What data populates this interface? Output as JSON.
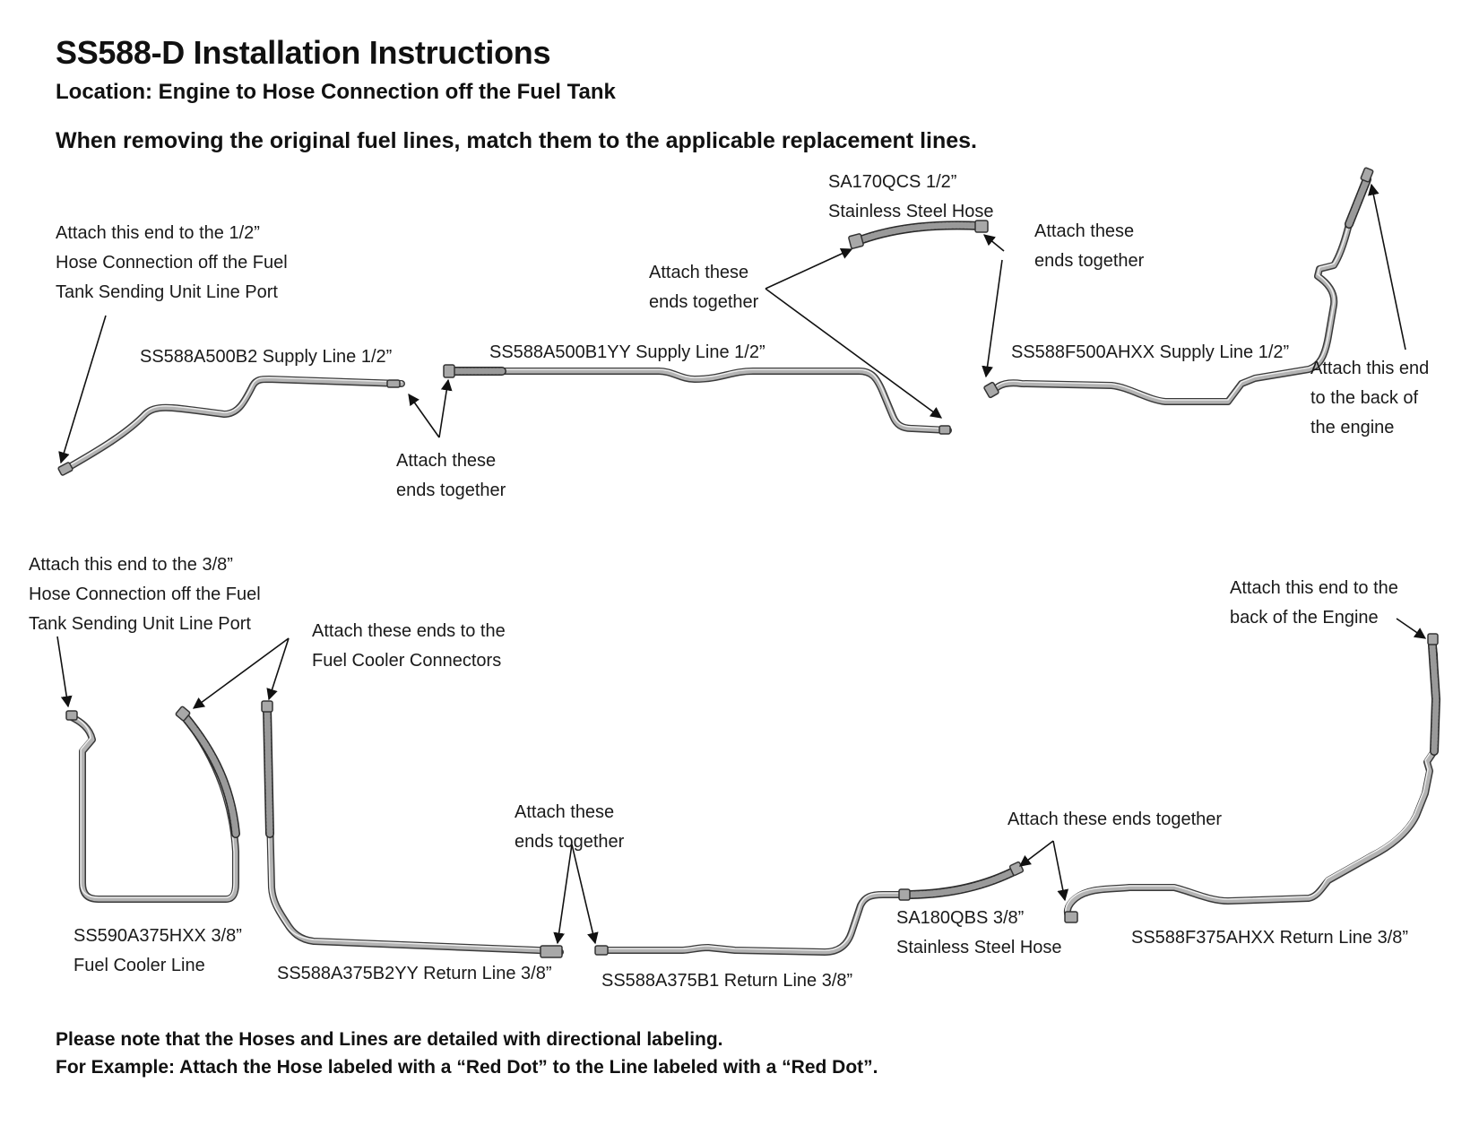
{
  "header": {
    "title": "SS588-D Installation Instructions",
    "location": "Location: Engine to Hose Connection off the Fuel Tank",
    "instruction": "When removing the original fuel lines, match them to the applicable replacement lines."
  },
  "supply_section": {
    "tank_end_note": [
      "Attach this end to the 1/2”",
      "Hose Connection off the Fuel",
      "Tank Sending Unit Line Port"
    ],
    "line_1_label": "SS588A500B2 Supply Line 1/2”",
    "line_2_label": "SS588A500B1YY Supply Line 1/2”",
    "hose_label": [
      "SA170QCS 1/2”",
      "Stainless Steel Hose"
    ],
    "line_3_label": "SS588F500AHXX Supply Line 1/2”",
    "join_note_1": [
      "Attach these",
      "ends together"
    ],
    "join_note_2": [
      "Attach these",
      "ends together"
    ],
    "join_note_3": [
      "Attach these",
      "ends together"
    ],
    "engine_end_note": [
      "Attach this end",
      "to the back of",
      "the  engine"
    ]
  },
  "return_section": {
    "tank_end_note": [
      "Attach this end to the 3/8”",
      "Hose Connection off the Fuel",
      "Tank Sending Unit Line Port"
    ],
    "cooler_note": [
      "Attach these ends to the",
      "Fuel Cooler Connectors"
    ],
    "cooler_line_label": [
      "SS590A375HXX 3/8”",
      "Fuel Cooler Line"
    ],
    "line_1_label": "SS588A375B2YY Return Line 3/8”",
    "join_note_1": [
      "Attach these",
      "ends together"
    ],
    "line_2_label": "SS588A375B1 Return Line 3/8”",
    "hose_label": [
      "SA180QBS 3/8”",
      "Stainless Steel Hose"
    ],
    "join_note_2": "Attach these ends together",
    "engine_end_note": [
      "Attach this end to the",
      "back of the Engine"
    ],
    "line_3_label": "SS588F375AHXX Return Line 3/8”"
  },
  "footer": {
    "note_line_1": "Please note that the Hoses and Lines are detailed with directional labeling.",
    "note_line_2": "For Example: Attach the Hose labeled with a “Red Dot” to the Line labeled with a “Red Dot”."
  }
}
